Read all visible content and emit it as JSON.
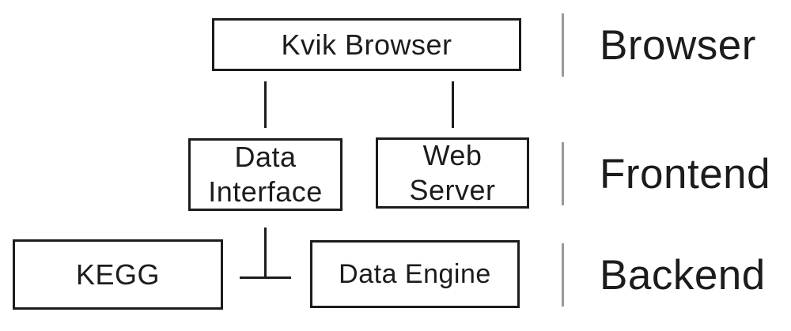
{
  "diagram": {
    "boxes": {
      "kvik_browser": {
        "label": "Kvik Browser"
      },
      "data_interface": {
        "line1": "Data",
        "line2": "Interface"
      },
      "web_server": {
        "line1": "Web",
        "line2": "Server"
      },
      "kegg": {
        "label": "KEGG"
      },
      "data_engine": {
        "label": "Data Engine"
      }
    },
    "layers": {
      "browser": {
        "label": "Browser"
      },
      "frontend": {
        "label": "Frontend"
      },
      "backend": {
        "label": "Backend"
      }
    },
    "connectors": {
      "browser_to_data_interface": "line",
      "browser_to_web_server": "line",
      "data_interface_to_backend": "t-bar"
    },
    "colors": {
      "box_border": "#1c1c1c",
      "text": "#1c1c1c",
      "connector_line": "#1c1c1c",
      "layer_divider": "#999999",
      "background": "#ffffff"
    }
  }
}
